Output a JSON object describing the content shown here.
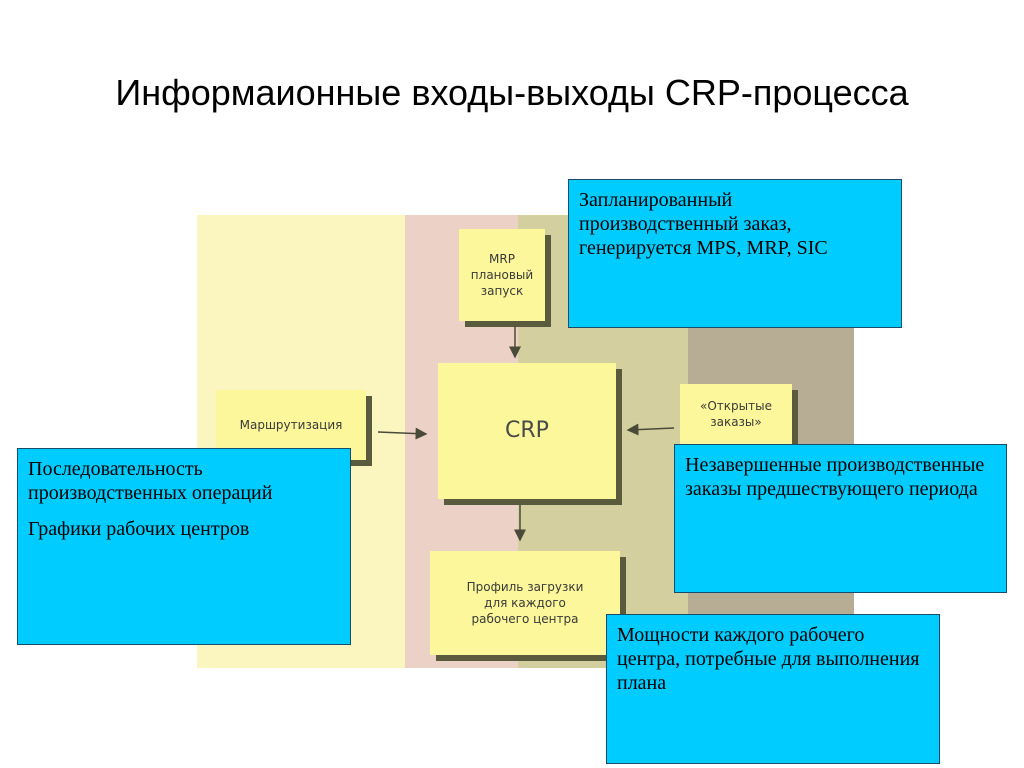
{
  "slide": {
    "title": "Информаионные входы-выходы CRP-процесса"
  },
  "diagram": {
    "blocks": {
      "mrp": "MRP\nплановый\nзапуск",
      "routing": "Маршрутизация",
      "crp": "CRP",
      "open_orders": "«Открытые\nзаказы»",
      "load_profile": "Профиль загрузки\nдля каждого\nрабочего центра"
    }
  },
  "callouts": {
    "planned_order": "Запланированный производственный заказ, генерируется MPS, MRP, SIC",
    "routing_ops": "Последовательность производственных операций",
    "routing_schedules": "Графики рабочих центров",
    "unfinished_orders": "Незавершенные производственные заказы предшествующего периода",
    "capacity": "Мощности каждого рабочего центра, потребные для выполнения плана"
  },
  "colors": {
    "callout_fill": "#00ccff",
    "block_fill": "#fbf79a"
  }
}
